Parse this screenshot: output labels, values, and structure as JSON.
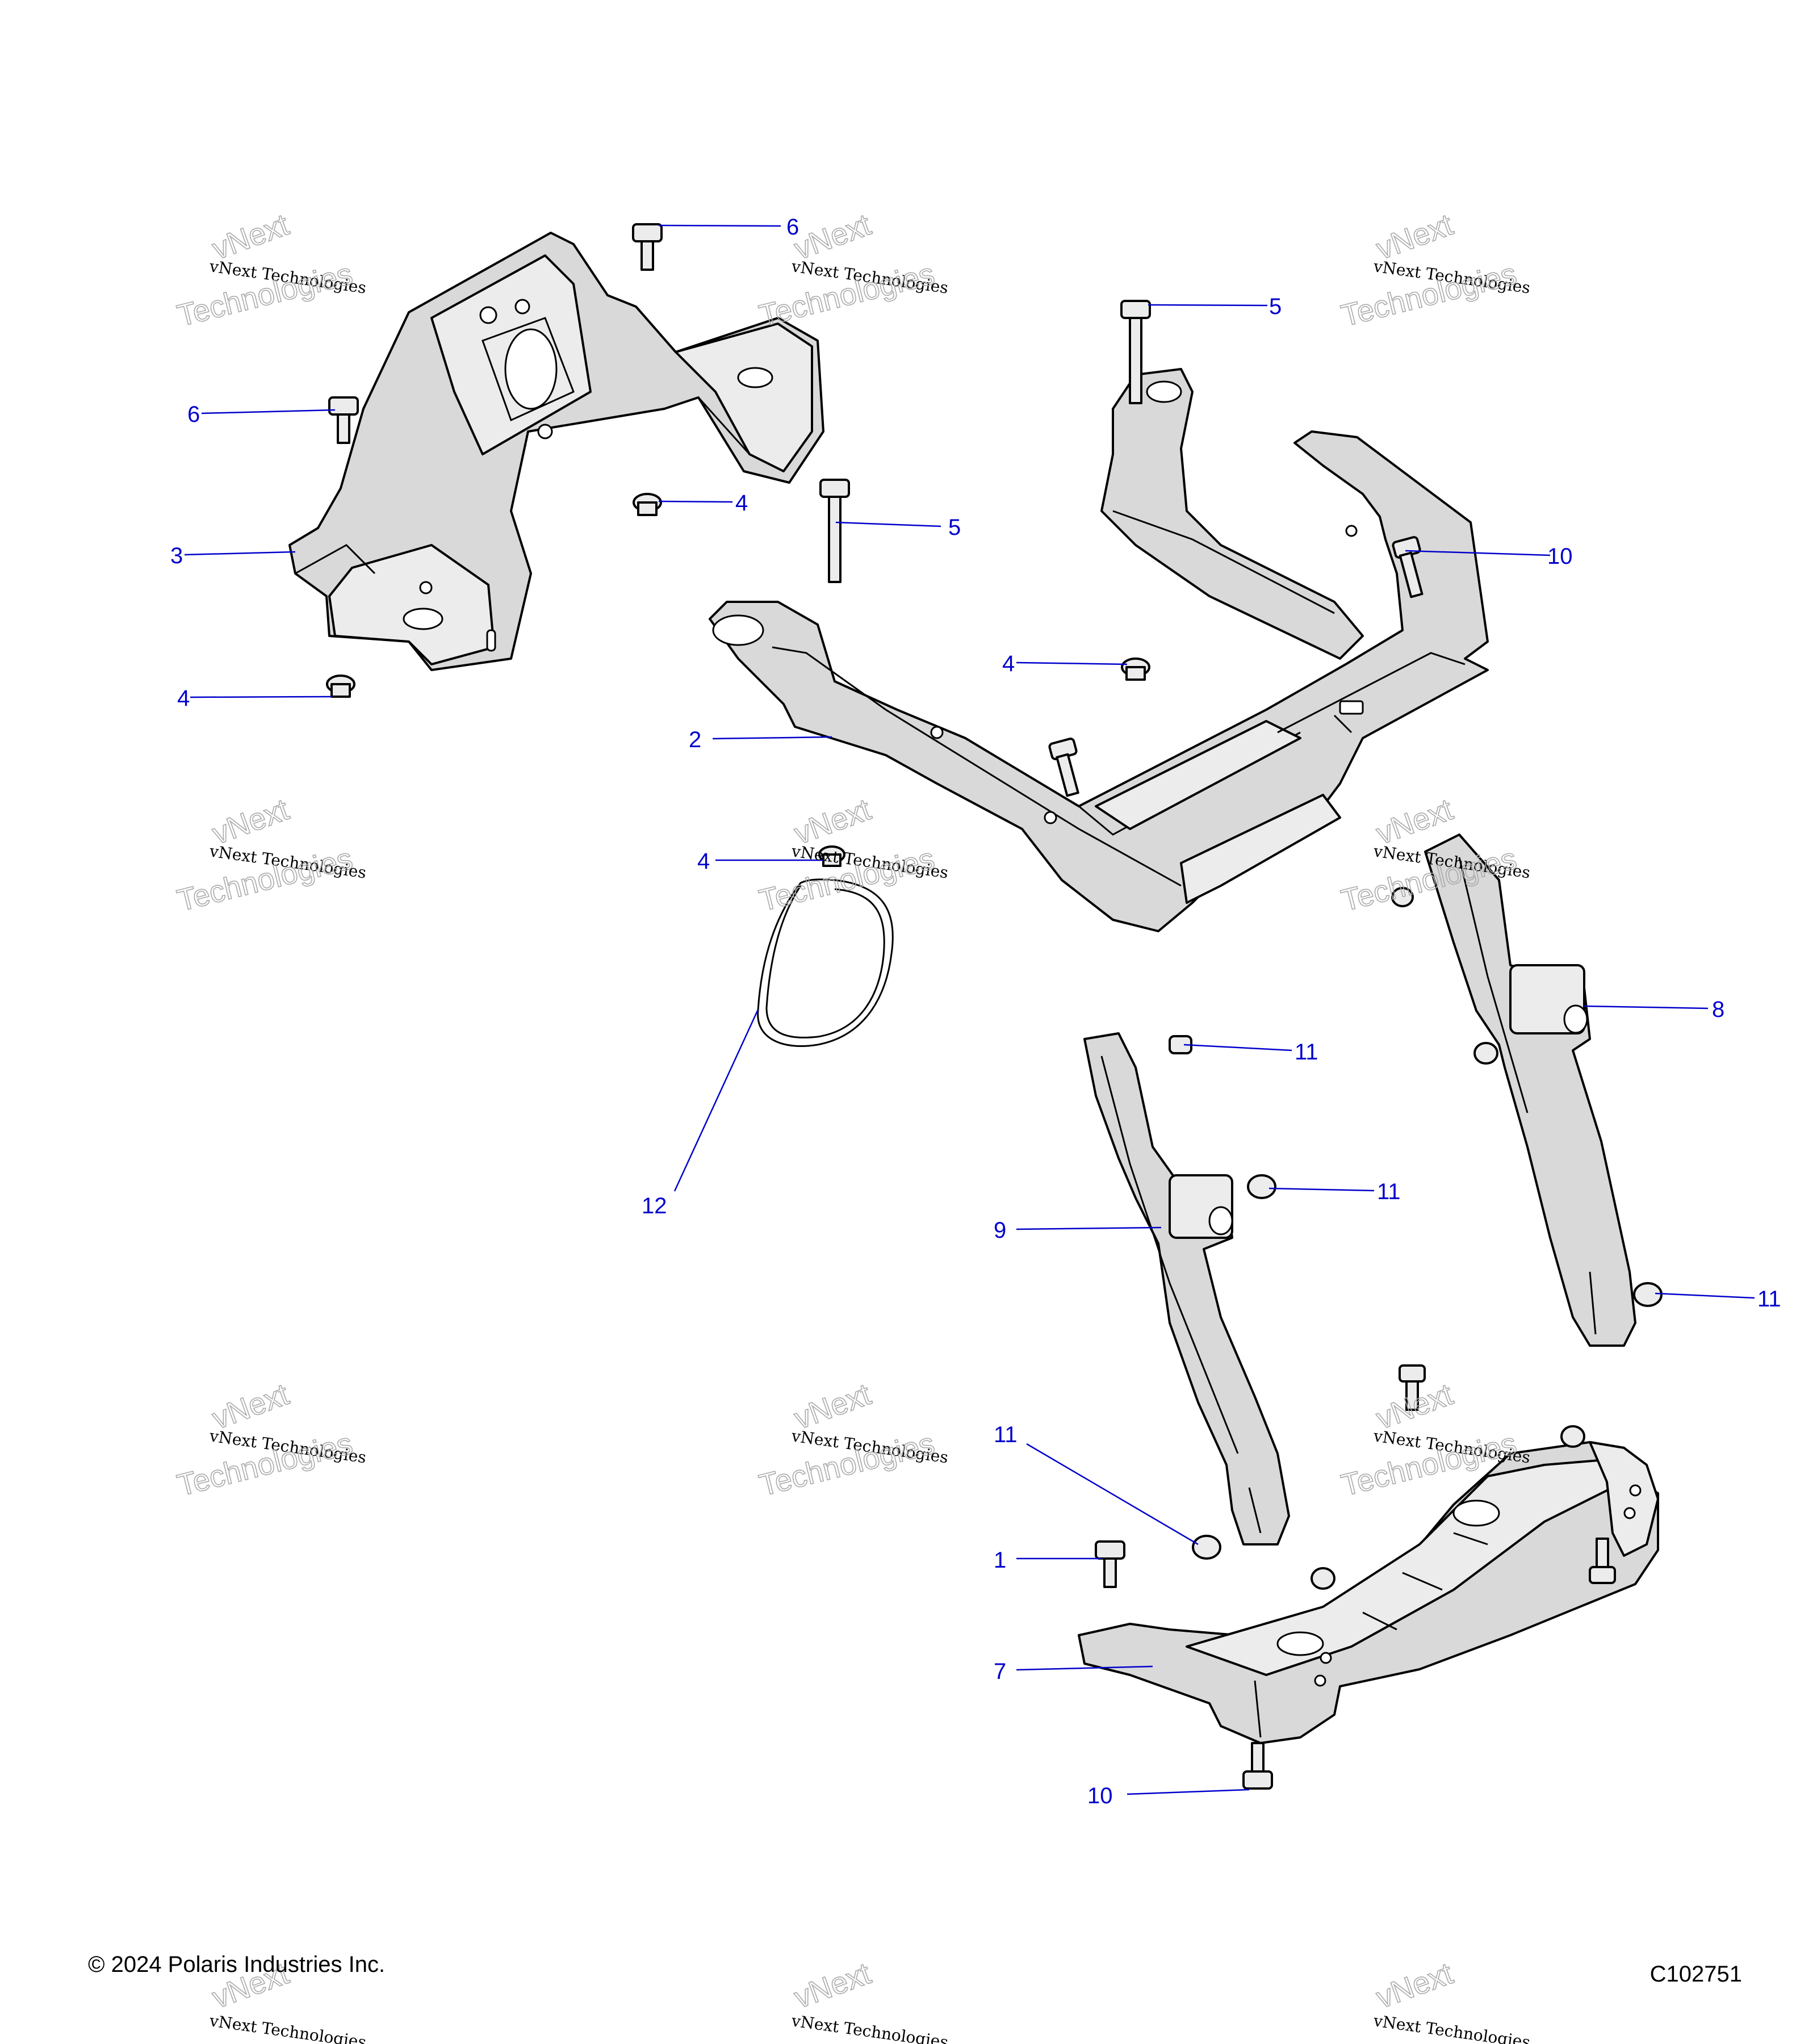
{
  "watermark": {
    "line1": "vNext",
    "line2": "vNext Technologies",
    "line3": "Technologies"
  },
  "callouts": [
    "6",
    "6",
    "5",
    "5",
    "3",
    "4",
    "4",
    "4",
    "4",
    "10",
    "2",
    "8",
    "11",
    "11",
    "11",
    "11",
    "9",
    "12",
    "1",
    "7",
    "10"
  ],
  "footer": {
    "copyright": "© 2024 Polaris Industries Inc.",
    "figure_id": "C102751"
  }
}
